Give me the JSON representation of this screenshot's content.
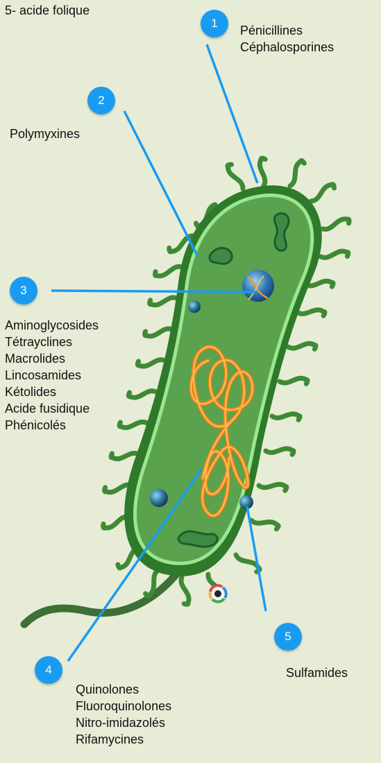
{
  "header": {
    "text": "5- acide folique"
  },
  "targets": [
    {
      "number": "1",
      "labels": [
        "Pénicillines",
        "Céphalosporines"
      ]
    },
    {
      "number": "2",
      "labels": [
        "Polymyxines"
      ]
    },
    {
      "number": "3",
      "labels": [
        "Aminoglycosides",
        "Tétrayclines",
        "Macrolides",
        "Lincosamides",
        "Kétolides",
        "Acide fusidique",
        "Phénicolés"
      ]
    },
    {
      "number": "4",
      "labels": [
        "Quinolones",
        "Fluoroquinolones",
        "Nitro-imidazolés",
        "Rifamycines"
      ]
    },
    {
      "number": "5",
      "labels": [
        "Sulfamides"
      ]
    }
  ],
  "colors": {
    "background": "#e6ecd6",
    "badge": "#1a9bf2",
    "leader_line": "#1a9bf2",
    "cell_wall": "#2f7a2a",
    "cytoplasm": "#5aa24e",
    "membrane": "#9be690",
    "dna": "#f39a1e",
    "flagellum": "#3d6f37"
  },
  "icons": [
    "logo-icon"
  ]
}
